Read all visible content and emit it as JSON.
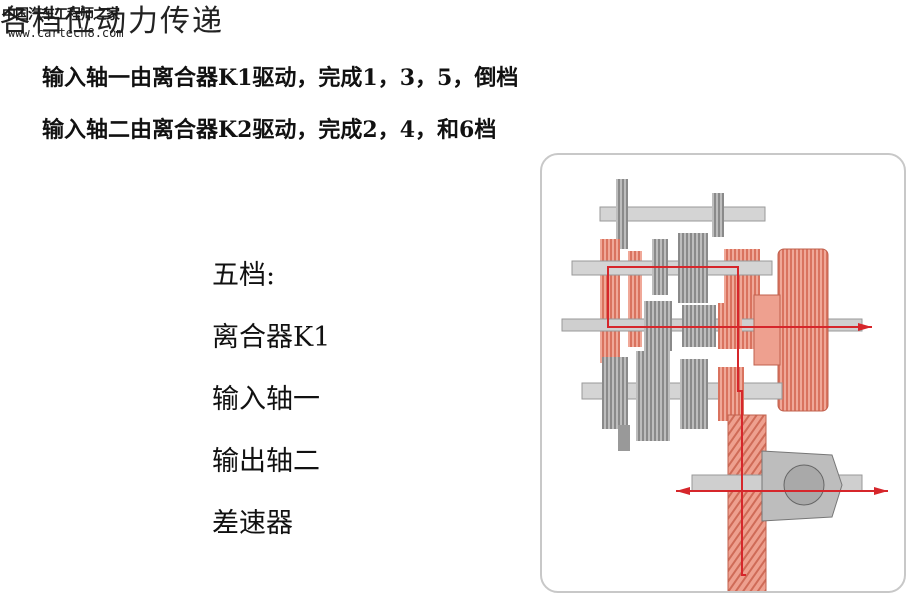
{
  "header": {
    "title": "各档位动力传递",
    "watermark_text": "中国汽车工程师之家",
    "watermark_url": "www.cartech8.com"
  },
  "description": {
    "line1": "输入轴一由离合器K1驱动，完成1，3，5，倒档",
    "line2": "输入轴二由离合器K2驱动，完成2，4，和6档"
  },
  "gear_path": {
    "items": [
      "五档:",
      "离合器K1",
      "输入轴一",
      "输出轴二",
      "差速器"
    ]
  },
  "colors": {
    "highlight": "#e88a78",
    "highlight_dark": "#c0392b",
    "steel": "#b9b9b9",
    "steel_dark": "#7e7e7e",
    "arrow": "#d6262b"
  }
}
